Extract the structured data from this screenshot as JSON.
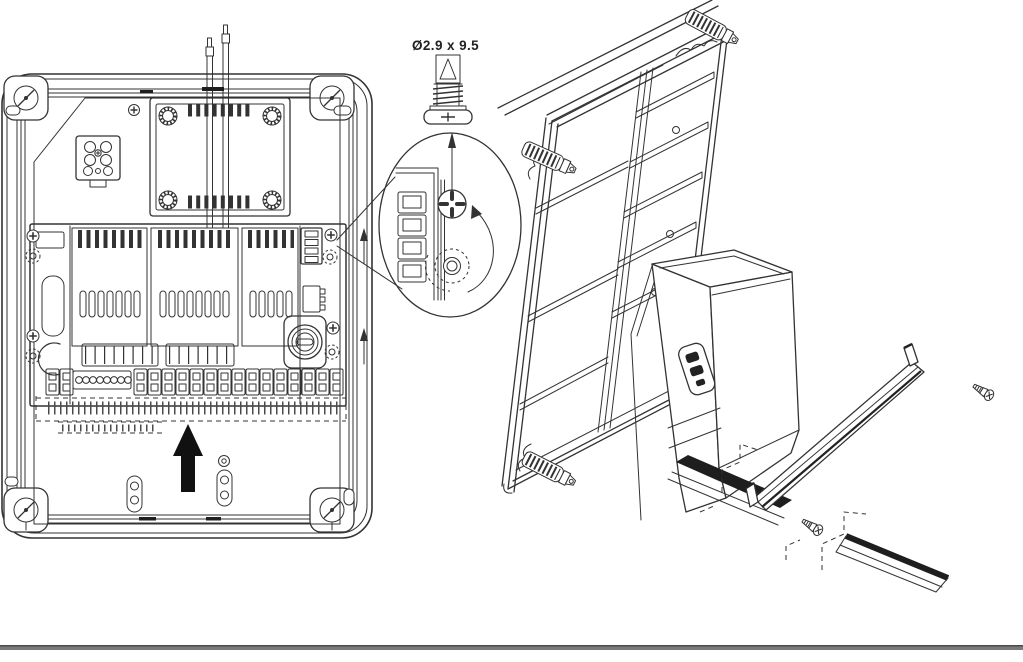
{
  "page": {
    "background": "#ffffff",
    "line_color": "#333333",
    "black_fill": "#1e1e1e",
    "footer_rule_color": "#6e6e6e"
  },
  "callout": {
    "screw_spec_label": "Ø2.9 x 9.5"
  },
  "figures": {
    "enclosure_front_view": {
      "parts": [
        "enclosure-box",
        "corner-mounting-screws",
        "transformer",
        "power-connector-block",
        "antenna-wires",
        "main-pcb",
        "relay-blocks",
        "pin-connector-4",
        "pin-connector-3",
        "fuse-holder",
        "terminal-strips",
        "dashed-terminal-outline",
        "insert-direction-arrow",
        "pcb-standoffs"
      ]
    },
    "screw_detail_callout": {
      "parts": [
        "detail-ellipse",
        "terminal-block-side-view",
        "phillips-screw-head",
        "rotation-arrow",
        "screw-hole-dashed",
        "self-tapping-screw"
      ]
    },
    "rear_panel_exploded_view": {
      "parts": [
        "cover-edge",
        "rear-panel",
        "threaded-anchors",
        "din-module",
        "module-clip",
        "din-rail-upper",
        "din-rail-lower",
        "retaining-bracket",
        "bracket-screws",
        "dashed-position-outlines"
      ]
    }
  }
}
